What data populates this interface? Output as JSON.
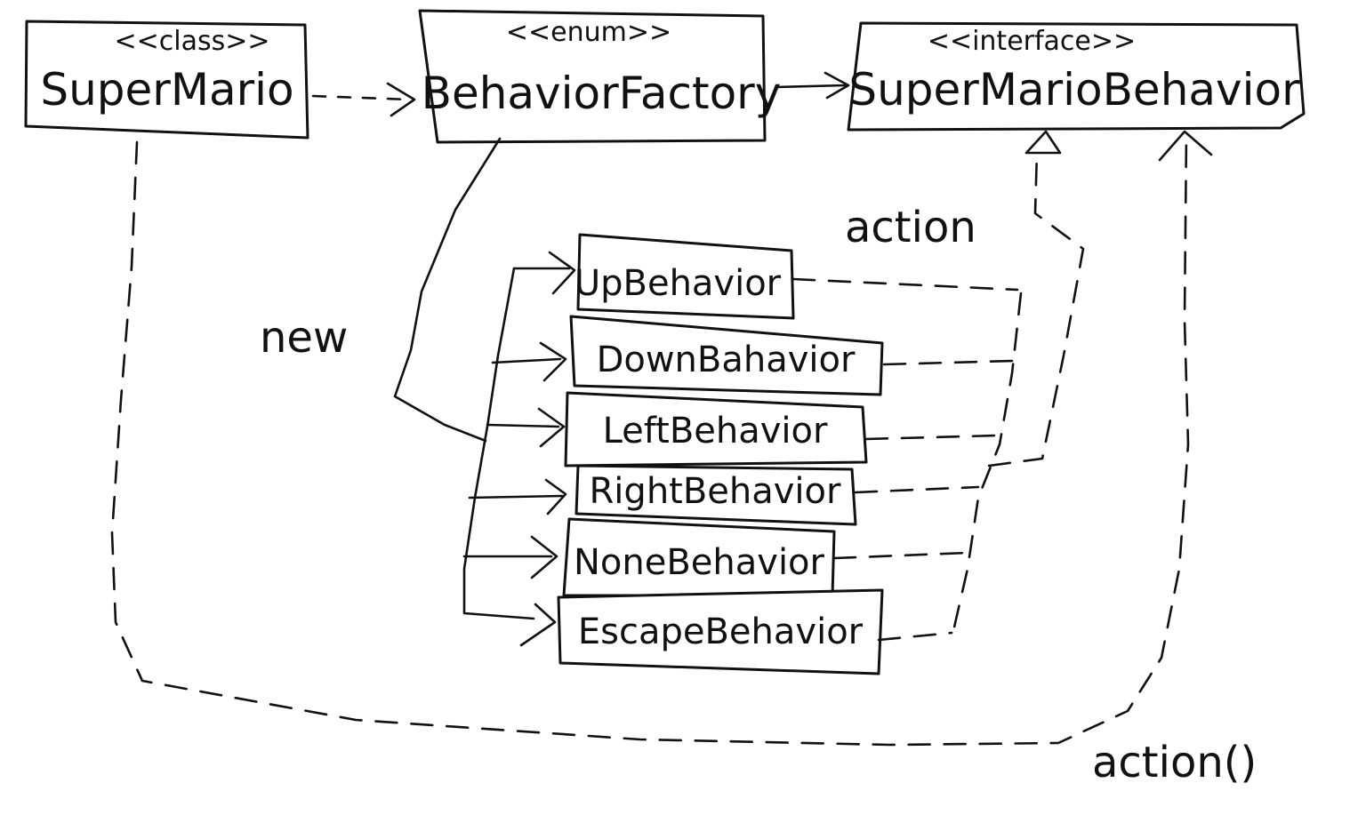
{
  "classes": {
    "super_mario": {
      "stereotype": "<<class>>",
      "name": "SuperMario"
    },
    "behavior_factory": {
      "stereotype": "<<enum>>",
      "name": "BehaviorFactory"
    },
    "super_mario_behavior": {
      "stereotype": "<<interface>>",
      "name": "SuperMarioBehavior"
    }
  },
  "behaviors": [
    {
      "name": "UpBehavior"
    },
    {
      "name": "DownBahavior"
    },
    {
      "name": "LeftBehavior"
    },
    {
      "name": "RightBehavior"
    },
    {
      "name": "NoneBehavior"
    },
    {
      "name": "EscapeBehavior"
    }
  ],
  "labels": {
    "new": "new",
    "action": "action",
    "action_call": "action()"
  },
  "colors": {
    "ink": "#111111",
    "background": "#ffffff"
  }
}
